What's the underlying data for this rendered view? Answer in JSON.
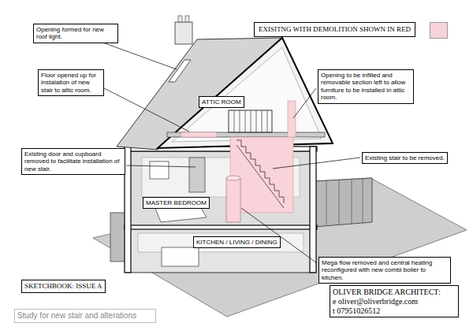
{
  "diagram": {
    "caption": "Study for new stair and alterations",
    "nodes": [
      {
        "text": [
          "Opening formed for new roof light."
        ]
      },
      {
        "text": [
          "Floor opened up for instalation of new stair to attic room."
        ]
      },
      {
        "text": [
          "ATTIC ROOM"
        ]
      },
      {
        "text": [
          "Opening to be infilled and removable section left to allow furniture to be installed in attic room."
        ]
      },
      {
        "text": [
          "Existing door and cupboard removed to facilitate installation of new stair."
        ]
      },
      {
        "text": [
          "Existing stair to be removed."
        ]
      },
      {
        "text": [
          "MASTER BEDROOM"
        ]
      },
      {
        "text": [
          "KITCHEN / LIVING / DINING"
        ]
      },
      {
        "text": [
          "Mega flow removed and central heating reconfigured with new combi boiler to kitchen."
        ]
      },
      {
        "text": [
          "SKETCHBOOK: ISSUE A"
        ]
      },
      {
        "text": [
          "OLIVER BRIDGE ARCHITECT:",
          "e oliver@oliverbridge.com",
          "t 07951026512"
        ]
      }
    ],
    "legend": [
      {
        "text": "EXISITNG WITH DEMOLITION SHOWN IN RED",
        "color": "#f8d3d9"
      }
    ]
  }
}
